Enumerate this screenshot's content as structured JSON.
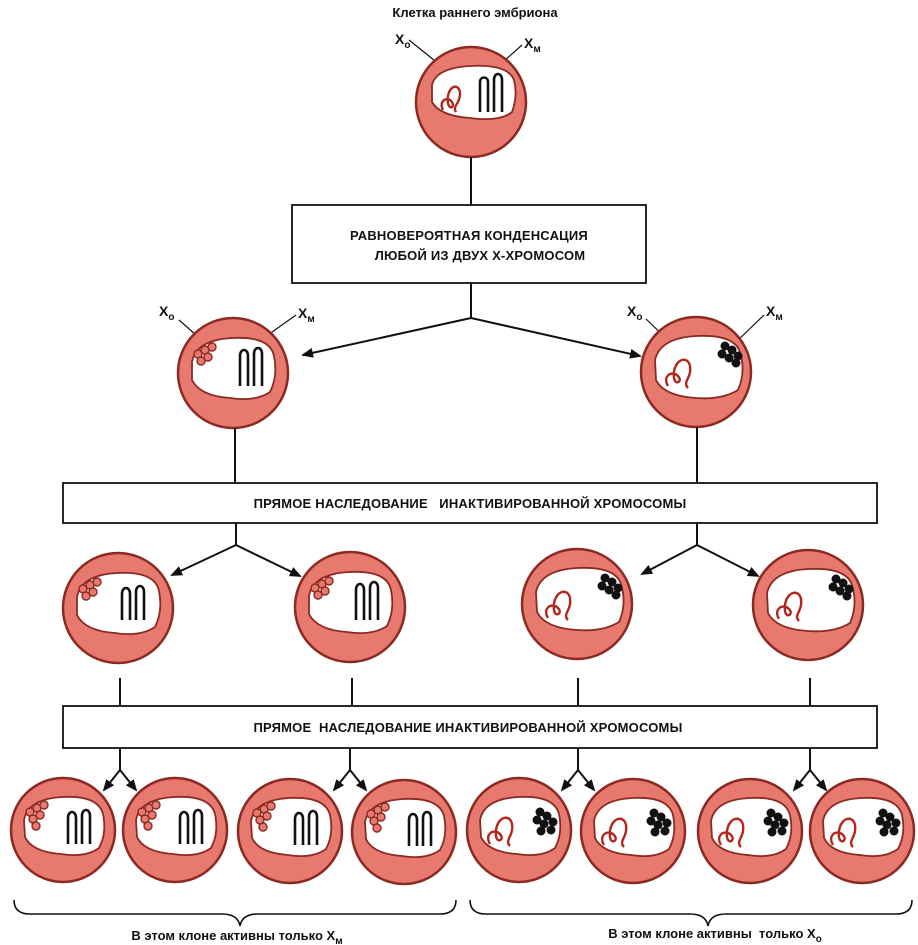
{
  "title": "Клетка раннего эмбриона",
  "labels": {
    "x_o": "X",
    "x_o_sub": "о",
    "x_m": "X",
    "x_m_sub": "м"
  },
  "box1": {
    "line1": "РАВНОВЕРОЯТНАЯ КОНДЕНСАЦИЯ",
    "line2": "ЛЮБОЙ ИЗ ДВУХ Х-ХРОМОСОМ"
  },
  "box2": {
    "text": "ПРЯМОЕ НАСЛЕДОВАНИЕ   ИНАКТИВИРОВАННОЙ ХРОМОСОМЫ"
  },
  "box3": {
    "text": "ПРЯМОЕ  НАСЛЕДОВАНИЕ ИНАКТИВИРОВАННОЙ ХРОМОСОМЫ"
  },
  "clones": {
    "left": {
      "text": "В этом клоне активны только Х",
      "sub": "м"
    },
    "right": {
      "text": "В этом клоне активны  только Х",
      "sub": "о"
    }
  },
  "colors": {
    "cell_fill": "#e8796f",
    "cell_outline": "#8a2a22",
    "nucleus_fill": "#ffffff",
    "paternal_chromosome": "#b3261e",
    "maternal_chromosome": "#111111"
  }
}
